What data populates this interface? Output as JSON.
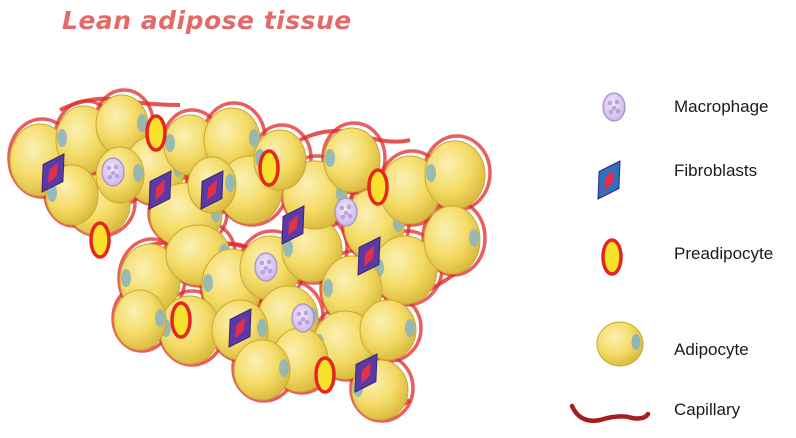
{
  "title": "Lean adipose tissue",
  "colors": {
    "title": "#e46a6a",
    "adipocyte_fill": "#f4dc67",
    "adipocyte_highlight": "#fbf0b4",
    "adipocyte_shadow": "#c9a830",
    "nucleus": "#8fb5ba",
    "capillary": "#e02a2a",
    "capillary_legend": "#a32020",
    "preadipocyte_fill": "#f8e12a",
    "preadipocyte_ring": "#e5261f",
    "fibroblast_fill": "#5a3aa6",
    "fibroblast_core": "#e0304a",
    "fibroblast_legend_fill": "#2d6fc0",
    "macrophage_fill": "#d8c8ee",
    "macrophage_edge": "#a98cd0"
  },
  "legend": {
    "macrophage": {
      "label": "Macrophage",
      "icon": "macrophage-icon"
    },
    "fibroblasts": {
      "label": "Fibroblasts",
      "icon": "fibroblast-icon"
    },
    "preadipocyte": {
      "label": "Preadipocyte",
      "icon": "preadipocyte-icon"
    },
    "adipocyte": {
      "label": "Adipocyte",
      "icon": "adipocyte-icon"
    },
    "capillary": {
      "label": "Capillary",
      "icon": "capillary-icon"
    }
  }
}
